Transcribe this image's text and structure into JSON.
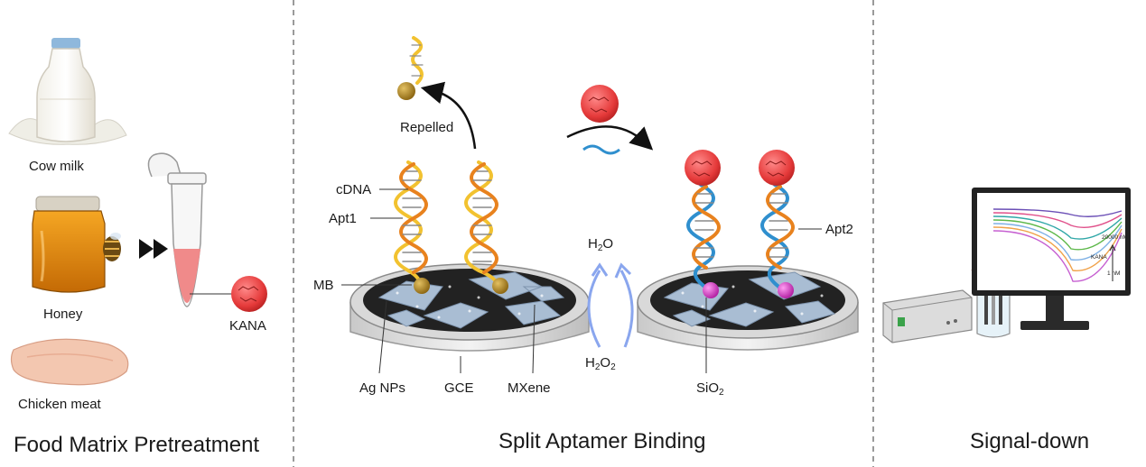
{
  "panels": {
    "left_title": "Food Matrix Pretreatment",
    "middle_title": "Split Aptamer Binding",
    "right_title": "Signal-down"
  },
  "food": {
    "milk": "Cow milk",
    "honey": "Honey",
    "chicken": "Chicken meat",
    "kana": "KANA"
  },
  "aptamer": {
    "repelled": "Repelled",
    "cdna": "cDNA",
    "apt1": "Apt1",
    "apt2": "Apt2",
    "mb": "MB",
    "ag_nps": "Ag NPs",
    "gce": "GCE",
    "mxene": "MXene",
    "h2o": "H",
    "h2o_sub": "2",
    "h2o_tail": "O",
    "h2o2": "H",
    "h2o2_sub1": "2",
    "h2o2_mid": "O",
    "h2o2_sub2": "2",
    "sio2": "SiO",
    "sio2_sub": "2"
  },
  "signal": {
    "top": "20000 nM",
    "axis": "KANA",
    "bottom": "1 nM"
  },
  "colors": {
    "orange": "#e8821e",
    "yellow": "#f2c230",
    "blue": "#2f8fce",
    "kana_red": "#e53a3a",
    "mb_gold": "#b88a1a",
    "sio2_magenta": "#d936c8",
    "mxene_blue": "#a9bdd3",
    "electrode_dark": "#222222",
    "arrow_blue": "#8aa6ee"
  },
  "curves": {
    "colors": [
      "#6b4fb6",
      "#e0508a",
      "#2fa7a7",
      "#5db84a",
      "#7fb1e5",
      "#f0a24a",
      "#c65fd1"
    ]
  }
}
